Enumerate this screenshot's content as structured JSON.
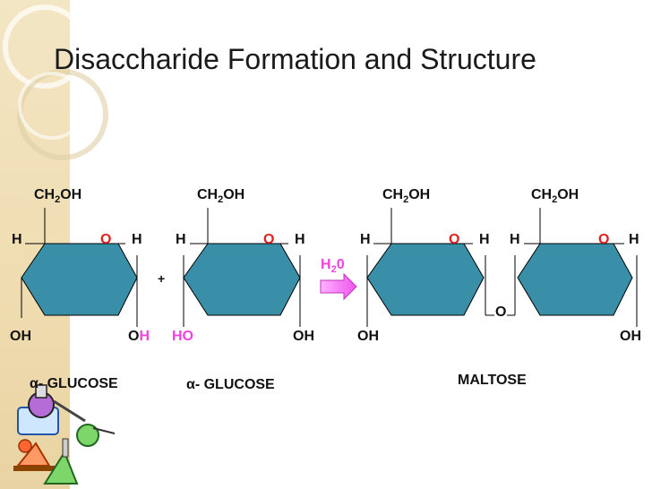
{
  "title": "Disaccharide Formation and Structure",
  "reaction": {
    "plus": "+",
    "water": {
      "main": "H",
      "sub": "2",
      "tail": "0"
    }
  },
  "ch2oh": {
    "main": "CH",
    "sub": "2",
    "tail": "OH"
  },
  "atoms": {
    "H": "H",
    "O": "O",
    "OH": "OH",
    "HO": "HO",
    "OH_split_o": "O",
    "OH_split_h": "H"
  },
  "labels": {
    "glucose_1": "α- GLUCOSE",
    "glucose_2": "α- GLUCOSE",
    "maltose": "MALTOSE",
    "bridge_o": "O"
  },
  "colors": {
    "ring": "#3a8fa8",
    "ring_edge": "#000000",
    "ring_oxygen": "#e02020",
    "water": "#ee44dd",
    "arrow": "#ee66ee"
  },
  "decor": {
    "strip": "#efdcb0",
    "flask_liquid": "#7cd66a"
  }
}
